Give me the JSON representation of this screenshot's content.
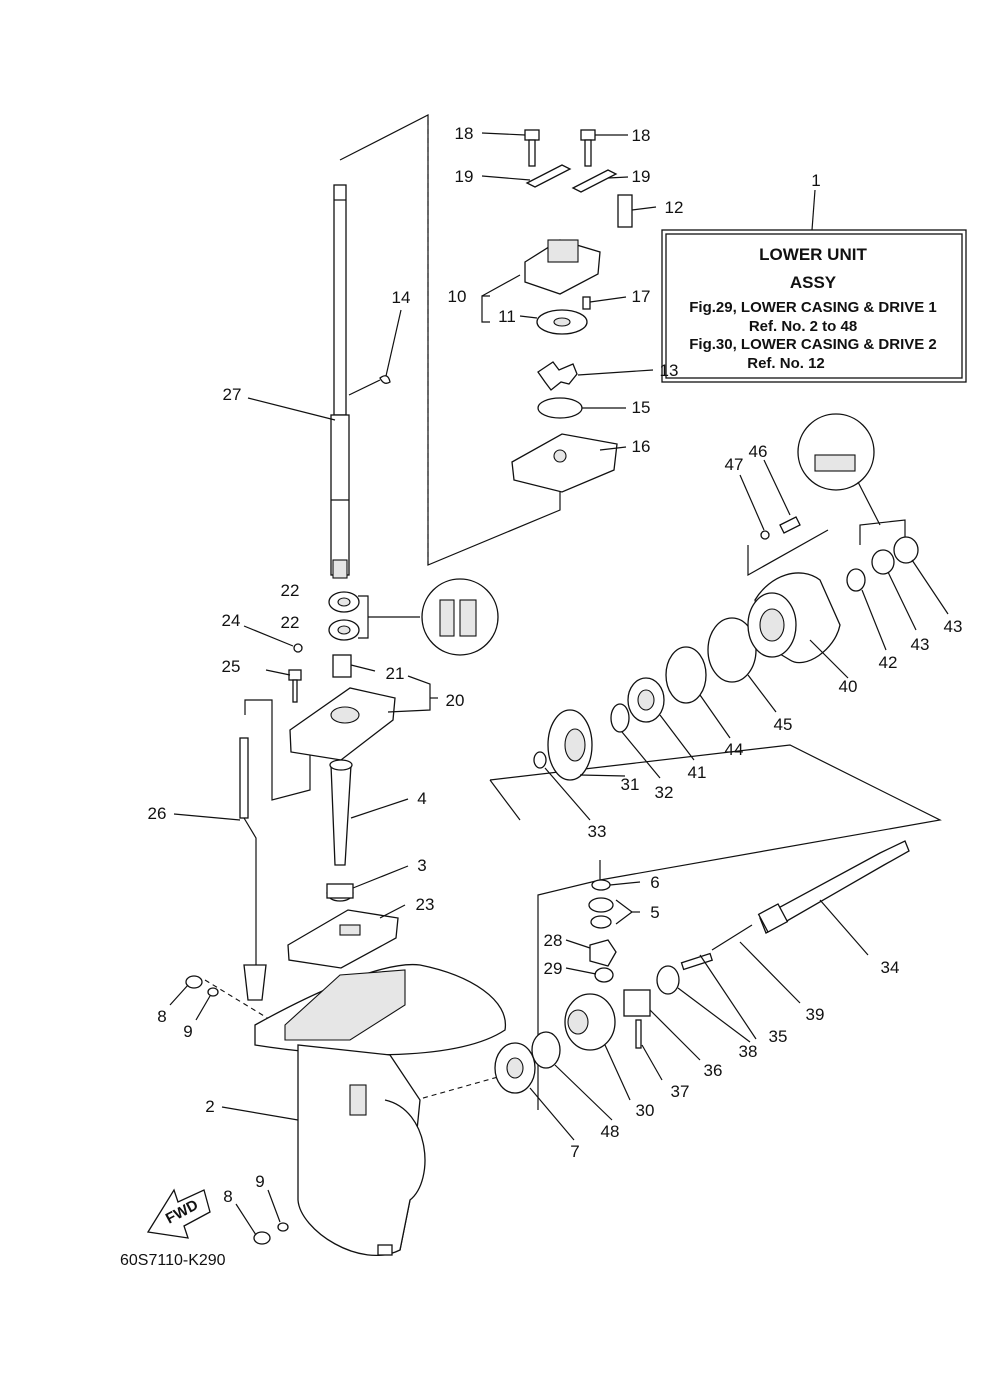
{
  "info_box": {
    "ref_no": "1",
    "line1": "LOWER  UNIT",
    "line2": "ASSY",
    "line3": "Fig.29, LOWER CASING & DRIVE 1",
    "line4": "Ref. No. 2 to 48",
    "line5": "Fig.30, LOWER CASING & DRIVE 2",
    "line6": "Ref. No. 12"
  },
  "fwd_label": "FWD",
  "drawing_code": "60S7110-K290",
  "callouts": [
    "2",
    "3",
    "4",
    "5",
    "6",
    "7",
    "8",
    "8",
    "9",
    "9",
    "10",
    "11",
    "12",
    "13",
    "14",
    "15",
    "16",
    "17",
    "18",
    "18",
    "19",
    "19",
    "20",
    "21",
    "22",
    "22",
    "23",
    "24",
    "25",
    "26",
    "27",
    "28",
    "29",
    "30",
    "31",
    "32",
    "33",
    "34",
    "35",
    "36",
    "37",
    "38",
    "39",
    "40",
    "41",
    "42",
    "43",
    "43",
    "44",
    "45",
    "46",
    "47",
    "48"
  ]
}
